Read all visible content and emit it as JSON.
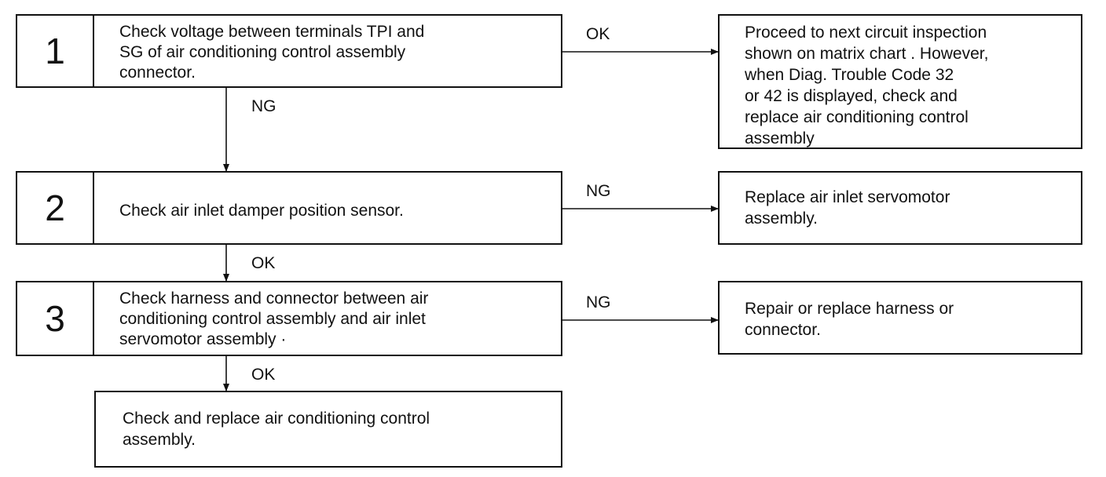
{
  "steps": [
    {
      "number": "1",
      "text": "Check voltage between terminals TPI and\nSG of air conditioning control assembly\nconnector."
    },
    {
      "number": "2",
      "text": "Check air inlet damper position sensor."
    },
    {
      "number": "3",
      "text": "Check harness and connector between air\nconditioning control assembly and air inlet\nservomotor assembly ·"
    }
  ],
  "results": [
    {
      "text": "Proceed to next circuit inspection\nshown on matrix chart . However,\nwhen Diag. Trouble Code 32\nor 42 is displayed, check and\nreplace air conditioning control\nassembly"
    },
    {
      "text": "Replace air inlet servomotor\nassembly."
    },
    {
      "text": "Repair or replace harness or\nconnector."
    }
  ],
  "final": {
    "text": "Check and replace air conditioning control\nassembly."
  },
  "edge_labels": {
    "step1_right": "OK",
    "step1_down": "NG",
    "step2_right": "NG",
    "step2_down": "OK",
    "step3_right": "NG",
    "step3_down": "OK"
  },
  "colors": {
    "line": "#111111",
    "background": "#ffffff"
  }
}
